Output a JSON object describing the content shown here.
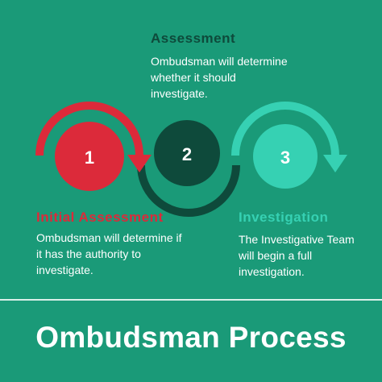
{
  "colors": {
    "background": "#1a9a78",
    "step1": "#dc2a3a",
    "step2": "#0e4a3b",
    "step3": "#36d1b3",
    "text": "#ffffff"
  },
  "steps": [
    {
      "number": "1",
      "heading": "Initial Assessment",
      "description": "Ombudsman will determine if it has the authority to investigate."
    },
    {
      "number": "2",
      "heading": "Assessment",
      "description": "Ombudsman will determine whether it should investigate."
    },
    {
      "number": "3",
      "heading": "Investigation",
      "description": "The Investigative Team will begin a full investigation."
    }
  ],
  "title": "Ombudsman Process"
}
